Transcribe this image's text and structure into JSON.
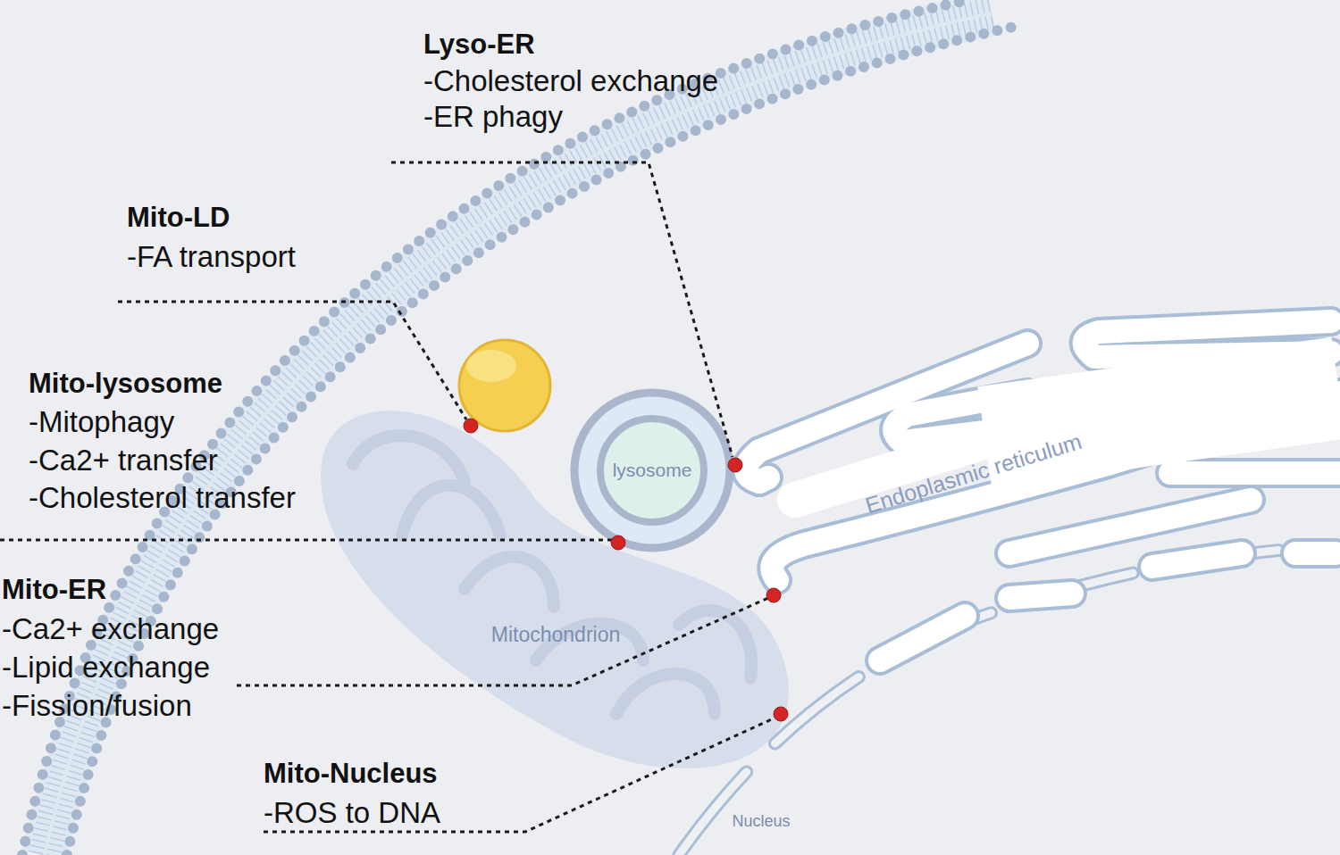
{
  "diagram": {
    "nodes": [
      {
        "text": [
          "lysosome"
        ]
      },
      {
        "text": [
          "Endoplasmic reticulum"
        ]
      },
      {
        "text": [
          "Mitochondrion"
        ]
      },
      {
        "text": [
          "Nucleus"
        ]
      }
    ],
    "labels": [
      "Lyso-ER",
      "-Cholesterol exchange",
      "-ER phagy",
      "Mito-LD",
      "-FA transport",
      "Mito-lysosome",
      "-Mitophagy",
      "-Ca2+ transfer",
      "-Cholesterol transfer",
      "Mito-ER",
      "-Ca2+ exchange",
      "-Lipid exchange",
      "-Fission/fusion",
      "Mito-Nucleus",
      "-ROS to DNA"
    ]
  }
}
